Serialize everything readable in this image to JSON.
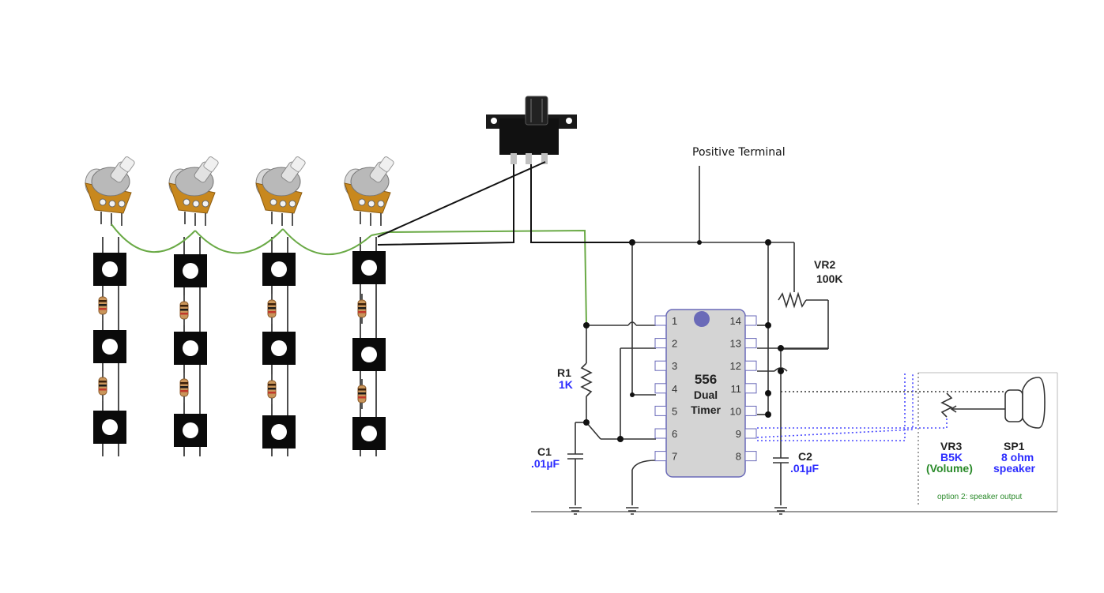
{
  "labels": {
    "positive_terminal": "Positive Terminal",
    "vr2_name": "VR2",
    "vr2_value": "100K",
    "r1_name": "R1",
    "r1_value": "1K",
    "c1_name": "C1",
    "c1_value": ".01µF",
    "c2_name": "C2",
    "c2_value": ".01µF",
    "vr3_name": "VR3",
    "vr3_value": "B5K",
    "vr3_note": "(Volume)",
    "sp1_name": "SP1",
    "sp1_value_1": "8 ohm",
    "sp1_value_2": "speaker",
    "option_note": "option 2: speaker output"
  },
  "ic": {
    "line1": "556",
    "line2": "Dual",
    "line3": "Timer",
    "pins_left": [
      "1",
      "2",
      "3",
      "4",
      "5",
      "6",
      "7"
    ],
    "pins_right": [
      "14",
      "13",
      "12",
      "11",
      "10",
      "9",
      "8"
    ]
  },
  "colors": {
    "wire": "#222222",
    "green_wire": "#6aaa46",
    "blue_wire": "#4a4aff",
    "ic_body": "#d4d4d4",
    "ic_outline": "#6a6ab8",
    "pot_brass": "#c8881e",
    "resistor_body": "#c9955a"
  }
}
